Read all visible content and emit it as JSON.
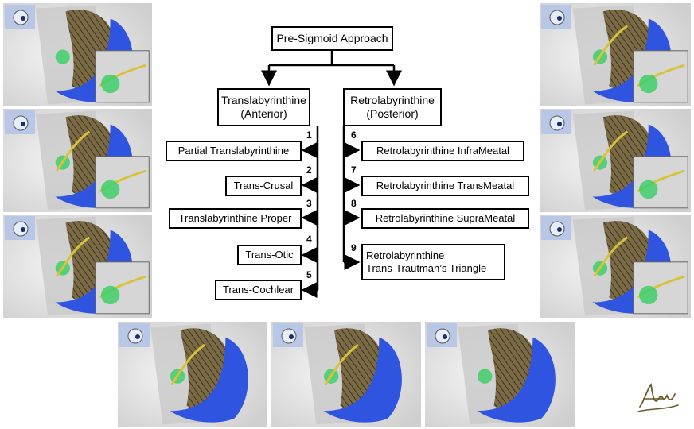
{
  "title": "Pre-Sigmoid Approach",
  "anterior": {
    "line1": "Translabyrinthine",
    "line2": "(Anterior)"
  },
  "posterior": {
    "line1": "Retrolabyrinthine",
    "line2": "(Posterior)"
  },
  "anterior_items": [
    {
      "num": "1",
      "label": "Partial Translabyrinthine"
    },
    {
      "num": "2",
      "label": "Trans-Crusal"
    },
    {
      "num": "3",
      "label": "Translabyrinthine Proper"
    },
    {
      "num": "4",
      "label": "Trans-Otic"
    },
    {
      "num": "5",
      "label": "Trans-Cochlear"
    }
  ],
  "posterior_items": [
    {
      "num": "6",
      "label": "Retrolabyrinthine InfraMeatal"
    },
    {
      "num": "7",
      "label": "Retrolabyrinthine TransMeatal"
    },
    {
      "num": "8",
      "label": "Retrolabyrinthine SupraMeatal"
    },
    {
      "num": "9",
      "line1": "Retrolabyrinthine",
      "line2": "Trans-Trautman’s Triangle"
    }
  ],
  "colors": {
    "sinus": "#2f55e0",
    "cerebellum": "#7a6a45",
    "bone": "#c9c9c9",
    "labyrinth": "#3fcf6a",
    "nerve": "#d8c23a"
  },
  "signature_icon": "signature-icon"
}
